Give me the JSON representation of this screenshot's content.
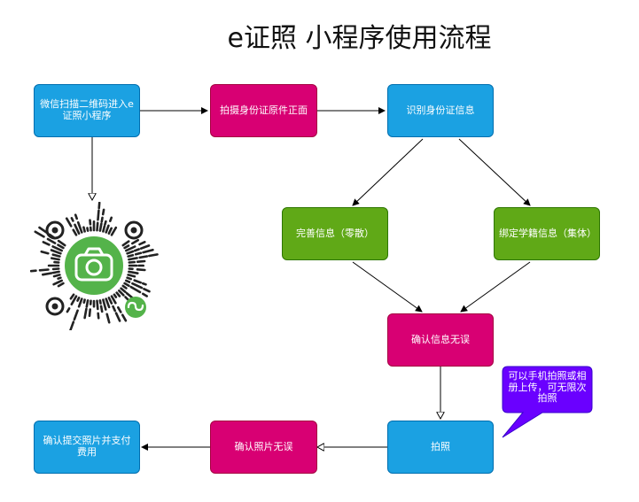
{
  "title": "e证照 小程序使用流程",
  "nodes": {
    "scan": "微信扫描二维码进入e证照小程序",
    "photo_id": "拍摄身份证原件正面",
    "recognize": "识别身份证信息",
    "complete_info": "完善信息（零散）",
    "bind_school": "绑定学籍信息（集体）",
    "confirm_info": "确认信息无误",
    "take_photo": "拍照",
    "confirm_photo": "确认照片无误",
    "submit_pay": "确认提交照片并支付费用"
  },
  "callout": "可以手机拍照或相册上传，可无限次拍照",
  "colors": {
    "blue": "#1ba1e2",
    "pink": "#d80073",
    "green": "#60a917",
    "purple": "#6a00ff",
    "wechat_green": "#54b34a"
  },
  "icons": [
    "qr-code-icon",
    "camera-icon",
    "mini-program-icon"
  ]
}
